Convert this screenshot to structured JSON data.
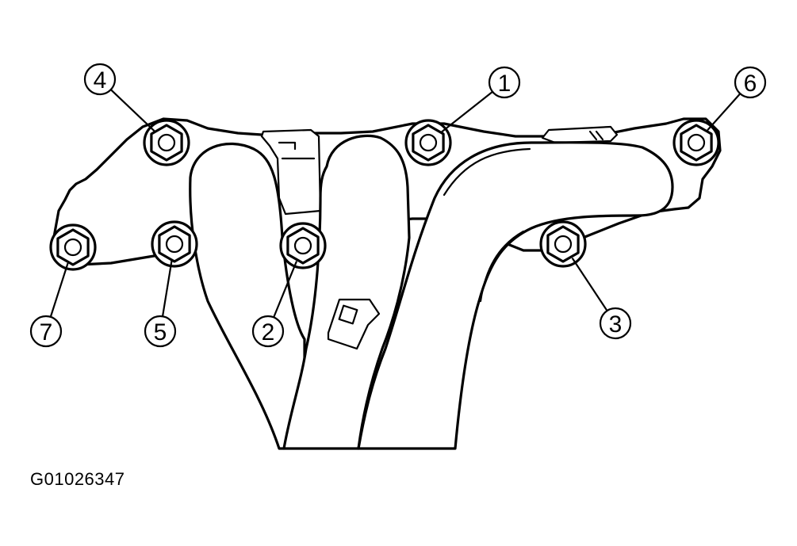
{
  "figure_code": "G01026347",
  "callouts": [
    {
      "label": "1"
    },
    {
      "label": "2"
    },
    {
      "label": "3"
    },
    {
      "label": "4"
    },
    {
      "label": "5"
    },
    {
      "label": "6"
    },
    {
      "label": "7"
    }
  ],
  "colors": {
    "line": "#000000",
    "background": "#ffffff"
  }
}
